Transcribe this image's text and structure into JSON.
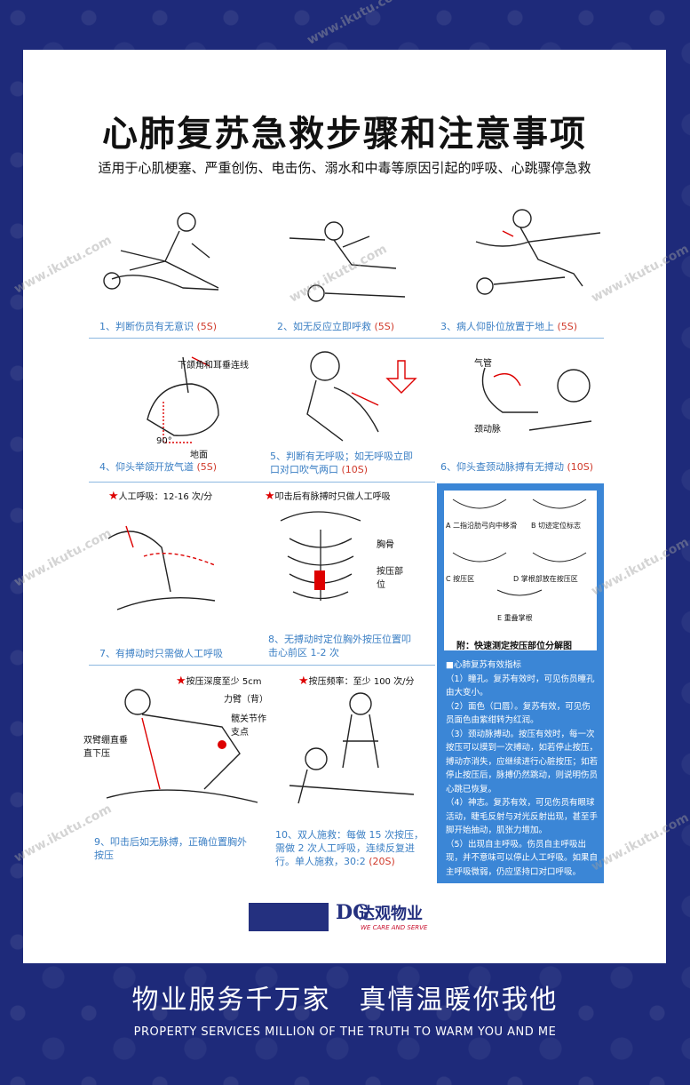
{
  "title": "心肺复苏急救步骤和注意事项",
  "subtitle": "适用于心肌梗塞、严重创伤、电击伤、溺水和中毒等原因引起的呼吸、心跳骤停急救",
  "steps": [
    {
      "text": "1、判断伤员有无意识",
      "time": "(5S)"
    },
    {
      "text": "2、如无反应立即呼救",
      "time": "(5S)"
    },
    {
      "text": "3、病人仰卧位放置于地上",
      "time": "(5S)"
    },
    {
      "text": "4、仰头举颌开放气道",
      "time": "(5S)"
    },
    {
      "text": "5、判断有无呼吸；如无呼吸立即口对口吹气两口",
      "time": "(10S)"
    },
    {
      "text": "6、仰头查颈动脉搏有无搏动",
      "time": "(10S)"
    },
    {
      "text": "7、有搏动时只需做人工呼吸",
      "time": ""
    },
    {
      "text": "8、无搏动时定位胸外按压位置叩击心前区 1-2 次",
      "time": ""
    },
    {
      "text": "9、叩击后如无脉搏，正确位置胸外按压",
      "time": ""
    },
    {
      "text": "10、双人施救：每做 15 次按压，需做 2 次人工呼吸，连续反复进行。单人施救，30:2",
      "time": "(20S)"
    }
  ],
  "labels": {
    "jaw_ear_line": "下颌角和耳垂连线",
    "angle": "90°",
    "ground": "地面",
    "trachea": "气管",
    "carotid": "颈动脉",
    "breath_rate": "人工呼吸：12-16 次/分",
    "no_pulse_note": "叩击后有脉搏时只做人工呼吸",
    "sternum": "胸骨",
    "press_site": "按压部位",
    "depth": "按压深度至少 5cm",
    "arm": "力臂（背）",
    "hip_pivot": "髋关节作支点",
    "arms_straight": "双臂绷直垂直下压",
    "frequency": "按压频率：至少 100 次/分"
  },
  "locate_box": {
    "labels": [
      "A 二指沿肋弓向中移滑",
      "B 切迹定位标志",
      "C 按压区",
      "D 掌根部放在按压区",
      "E 重叠掌根"
    ],
    "appendix": "附：快速测定按压部位分解图"
  },
  "indicators": {
    "heading": "■心肺复苏有效指标",
    "items": [
      "（1）瞳孔。复苏有效时，可见伤员瞳孔由大变小。",
      "（2）面色（口唇）。复苏有效，可见伤员面色由紫绀转为红润。",
      "（3）颈动脉搏动。按压有效时，每一次按压可以摸到一次搏动，如若停止按压，搏动亦消失，应继续进行心脏按压；如若停止按压后，脉搏仍然跳动，则说明伤员心跳已恢复。",
      "（4）神志。复苏有效，可见伤员有眼球活动，睫毛反射与对光反射出现，甚至手脚开始抽动，肌张力增加。",
      "（5）出现自主呼吸。伤员自主呼吸出现，并不意味可以停止人工呼吸。如果自主呼吸微弱，仍应坚持口对口呼吸。"
    ]
  },
  "logo": {
    "mark": "DG",
    "name": "达观物业",
    "tagline": "WE CARE AND SERVE"
  },
  "slogan_cn": "物业服务千万家　真情温暖你我他",
  "slogan_en": "PROPERTY SERVICES MILLION OF THE TRUTH TO WARM YOU AND ME",
  "watermark": "www.ikutu.com",
  "colors": {
    "background": "#1e2a7a",
    "caption": "#3b7fc4",
    "time": "#d03a2b",
    "box": "#3b86d6"
  }
}
